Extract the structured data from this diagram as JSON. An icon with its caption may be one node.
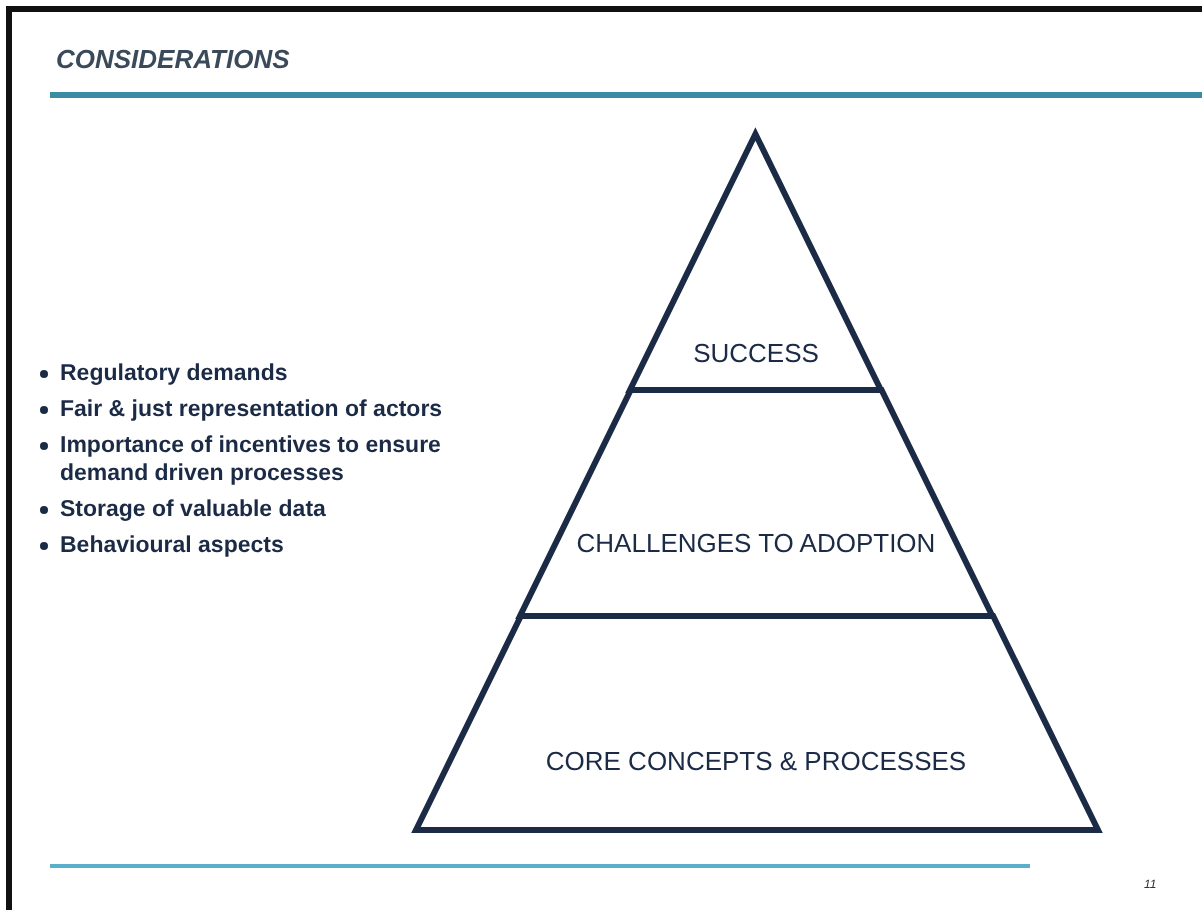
{
  "diagram": {
    "title": "CONSIDERATIONS",
    "nodes": [
      {
        "text": [
          "SUCCESS"
        ]
      },
      {
        "text": [
          "CHALLENGES TO ADOPTION"
        ]
      },
      {
        "text": [
          "CORE CONCEPTS & PROCESSES"
        ]
      }
    ],
    "edges": [],
    "labels": [
      "Regulatory demands",
      "Fair & just representation of actors",
      "Importance of incentives to ensure demand driven processes",
      "Storage of valuable data",
      "Behavioural aspects",
      "11"
    ]
  }
}
